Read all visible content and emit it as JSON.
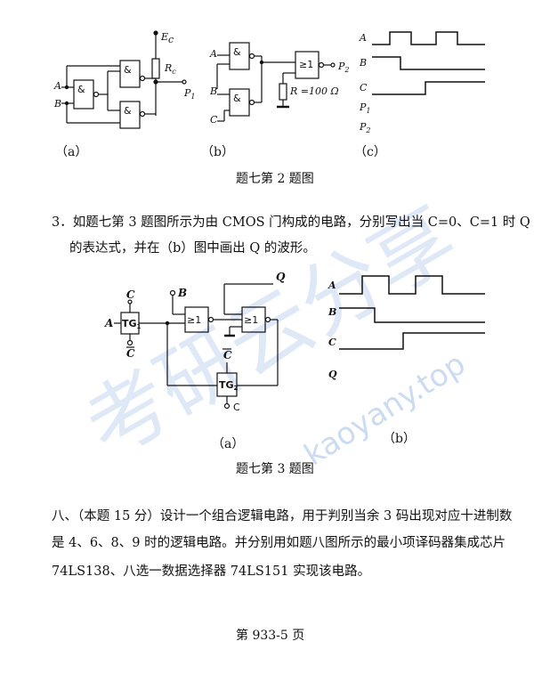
{
  "fig2": {
    "sub_a": "（a）",
    "sub_b": "（b）",
    "sub_c": "（c）",
    "caption": "题七第 2 题图",
    "labels": {
      "Ec": "E",
      "Ec_sub": "c",
      "Rc": "R",
      "Rc_sub": "c",
      "P1": "P",
      "P1_sub": "1",
      "P2": "P",
      "P2_sub": "2",
      "A": "A",
      "B": "B",
      "C": "C",
      "R100": "R =100 Ω",
      "amp": "&",
      "ge1": "≥1"
    }
  },
  "q3": {
    "line1": "3．如题七第 3 题图所示为由 CMOS 门构成的电路，分别写出当 C=0、C=1 时 Q",
    "line2": "的表达式，并在（b）图中画出 Q 的波形。"
  },
  "fig3": {
    "sub_a": "（a）",
    "sub_b": "（b）",
    "caption": "题七第 3 题图",
    "labels": {
      "A": "A",
      "B": "B",
      "C": "C",
      "Cbar": "C",
      "Q": "Q",
      "TG1": "TG",
      "TG1_sub": "1",
      "TG2": "TG",
      "TG2_sub": "2",
      "ge1": "≥1",
      "C_small": "C"
    }
  },
  "q8": {
    "line1": "八、（本题 15 分）设计一个组合逻辑电路，用于判别当余 3 码出现对应十进制数",
    "line2": "是 4、6、8、9 时的逻辑电路。并分别用如题八图所示的最小项译码器集成芯片",
    "line3": "74LS138、八选一数据选择器 74LS151 实现该电路。"
  },
  "footer": {
    "page": "第 933-5 页"
  },
  "watermark": {
    "cn": "考研云分享",
    "url": "kaoyany.top"
  }
}
